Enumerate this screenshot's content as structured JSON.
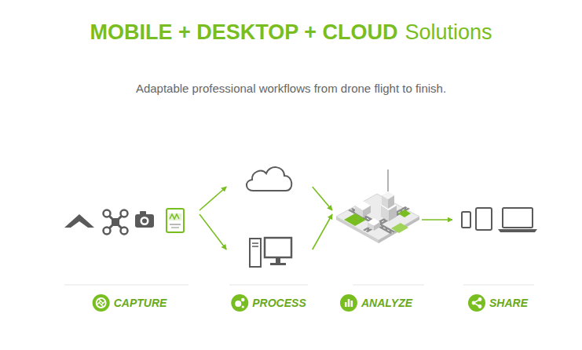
{
  "diagram": {
    "title": "MOBILE + DESKTOP + CLOUD",
    "nodes": [
      {
        "text": [
          "CAPTURE"
        ]
      },
      {
        "text": [
          "PROCESS"
        ]
      },
      {
        "text": [
          "ANALYZE"
        ]
      },
      {
        "text": [
          "SHARE"
        ]
      }
    ],
    "edges": [
      {
        "from": 0,
        "to": 1,
        "arrow": "to"
      },
      {
        "from": 0,
        "to": 1,
        "arrow": "to"
      },
      {
        "from": 1,
        "to": 2,
        "arrow": "to"
      },
      {
        "from": 1,
        "to": 2,
        "arrow": "to"
      },
      {
        "from": 2,
        "to": 3,
        "arrow": "to"
      }
    ],
    "labels": [
      "Solutions",
      "Adaptable professional workflows from drone flight to finish."
    ]
  }
}
